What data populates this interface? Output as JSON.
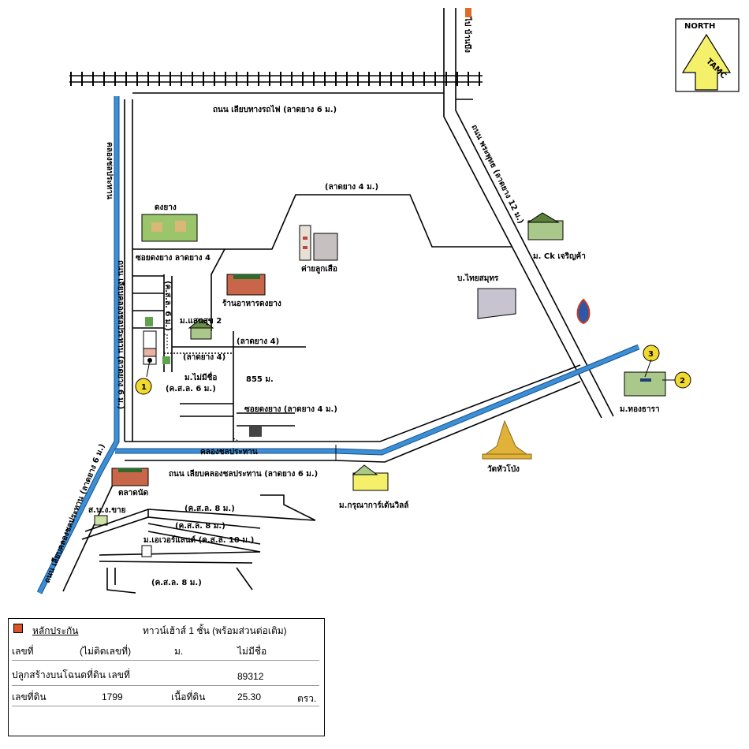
{
  "north": {
    "label": "NORTH",
    "logo": "TAMC"
  },
  "roads": {
    "rail_road": "ถนน เลียบทางรถไฟ (ลาดยาง 6 ม.)",
    "to_ban_bueng": "ไป บ้านบึง",
    "thai_phan": "ถนน พระพุทธ (ลาดยาง 12 ม.)",
    "lad_4_top": "(ลาดยาง 4 ม.)",
    "soi_dong_yang": "ซอยดงยาง ลาดยาง 4",
    "ks_6_vert": "(ค.ส.ล. 6 ม.)",
    "lad_4_a": "(ลาดยาง 4)",
    "lad_4_b": "(ลาดยาง 4)",
    "distance": "855 ม.",
    "soi_dong_yang_4": "ซอยดงยาง (ลาดยาง 4 ม.)",
    "canal": "คลองชลประทาน",
    "canal_road": "ถนน เลียบคลองชลประทาน (ลาดยาง 6 ม.)",
    "left_canal_road": "ถนน เลียบคลองชลประทาน (ลาดยาง 6 ม.)",
    "left_road": "ถนน เลียบคลองชลประทาน (ลาดยาง 6 ม.)",
    "ks_8_a": "(ค.ส.ล. 8 ม.)",
    "ks_8_b": "(ค.ส.ล. 8 ม.)",
    "ks_10": "ม.เอเวอร์แลนด์ (ค.ส.ล. 10 ม.)",
    "ks_8_c": "(ค.ส.ล. 8 ม.)",
    "left_canal_name": "คลองชลประทาน"
  },
  "places": {
    "dong_yang": "ดงยาง",
    "camp": "ค่ายลูกเสือ",
    "restaurant": "ร้านอาหารดงยาง",
    "saensuk": "ม.แสนสุข 2",
    "mai_mee_chue": "ม.ไม่มีชื่อ",
    "mai_mee_chue_sub": "(ค.ส.ล. 6 ม.)",
    "thai_samut": "บ.ไทยสมุทร",
    "ck": "ม. Ck เจริญค้า",
    "thong_thara": "ม.ทองธารา",
    "wat": "วัดหัวโป่ง",
    "karuna": "ม.กรุณาการ์เด้นวิลล์",
    "talad": "ตลาดนัด",
    "office": "ส.น.ง.ขาย"
  },
  "markers": {
    "m1": "1",
    "m2": "2",
    "m3": "3"
  },
  "colors": {
    "canal": "#3a8fd6",
    "marker": "#f2d930",
    "subject": "#d9532a"
  },
  "info": {
    "heading": "หลักประกัน",
    "type": "ทาวน์เฮ้าส์ 1  ชั้น (พร้อมส่วนต่อเติม)",
    "no_label": "เลขที่",
    "no_value": "(ไม่ติดเลขที่)",
    "village_label": "ม.",
    "village_value": "ไม่มีชื่อ",
    "deed_label": "ปลูกสร้างบนโฉนดที่ดิน เลขที่",
    "deed_value": "89312",
    "land_label": "เลขที่ดิน",
    "land_value": "1799",
    "area_label": "เนื้อที่ดิน",
    "area_value": "25.30",
    "area_unit": "ตรว."
  }
}
